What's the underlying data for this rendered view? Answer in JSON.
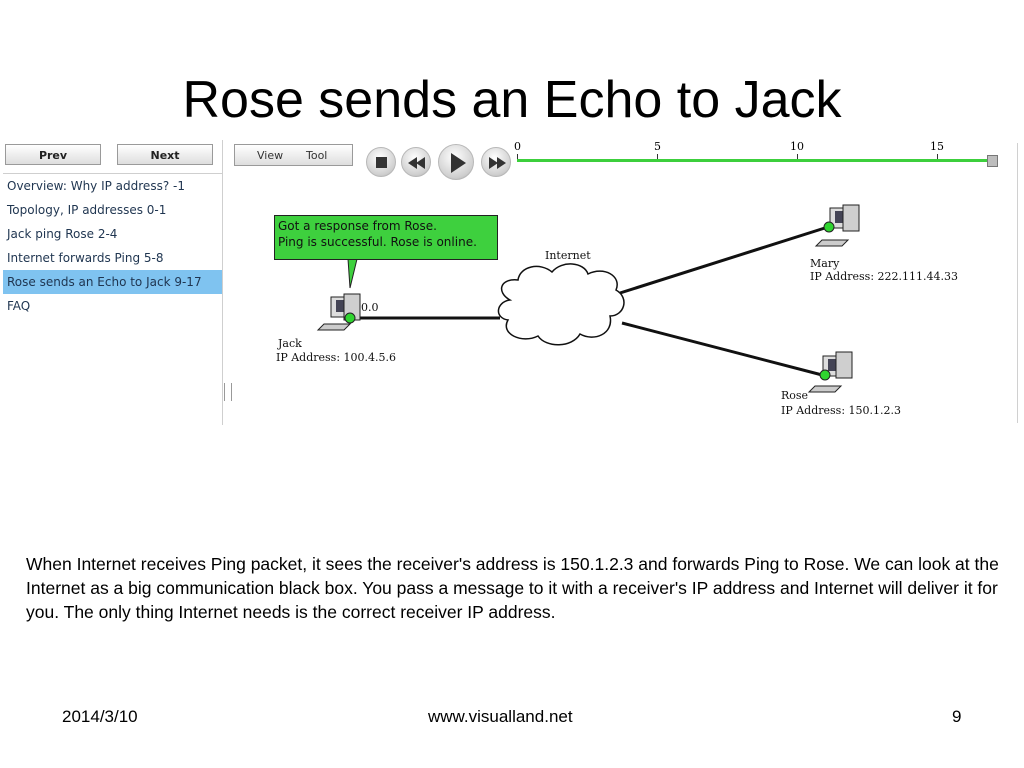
{
  "slide": {
    "title": "Rose sends an Echo to Jack",
    "body": "When Internet receives Ping packet, it sees the receiver's address is 150.1.2.3 and forwards Ping to Rose. We can look at the Internet as a big communication black box. You pass a message to it with a receiver's IP address and Internet will deliver it for you. The only thing Internet needs is the correct receiver IP address.",
    "footer": {
      "date": "2014/3/10",
      "site": "www.visualland.net",
      "page": "9"
    }
  },
  "nav": {
    "prev_label": "Prev",
    "next_label": "Next",
    "view_label": "View",
    "tool_label": "Tool"
  },
  "lessons": [
    {
      "label": "Overview: Why IP address? -1",
      "active": false
    },
    {
      "label": "Topology, IP addresses 0-1",
      "active": false
    },
    {
      "label": "Jack ping Rose 2-4",
      "active": false
    },
    {
      "label": "Internet forwards Ping 5-8",
      "active": false
    },
    {
      "label": "Rose sends an Echo to Jack 9-17",
      "active": true
    },
    {
      "label": "FAQ",
      "active": false
    }
  ],
  "player": {
    "controls": [
      "stop-icon",
      "rewind-icon",
      "play-icon",
      "fast-forward-icon"
    ],
    "timeline_ticks": [
      "0",
      "5",
      "10",
      "15"
    ],
    "progress": 1.0
  },
  "network": {
    "bubble_lines": [
      "Got a response from Rose.",
      "Ping is successful. Rose is online."
    ],
    "internet_label": "Internet",
    "jack": {
      "name": "Jack",
      "ip": "IP Address:  100.4.5.6",
      "port": "0.0"
    },
    "mary": {
      "name": "Mary",
      "ip": "IP Address: 222.111.44.33"
    },
    "rose": {
      "name": "Rose",
      "ip": "IP Address:  150.1.2.3"
    }
  },
  "colors": {
    "active_lesson": "#7fc3f0",
    "timeline": "#3ccf3c",
    "bubble": "#3ed03e"
  }
}
